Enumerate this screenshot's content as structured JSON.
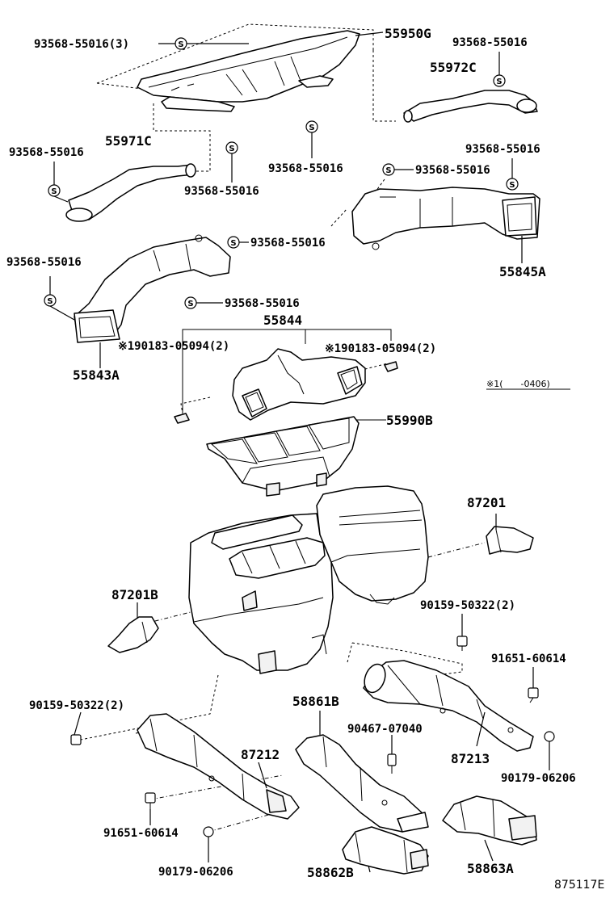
{
  "labels": {
    "l_93568_a": "93568-55016(3)",
    "l_55950G": "55950G",
    "l_93568_b": "93568-55016",
    "l_55972C": "55972C",
    "l_55971C": "55971C",
    "l_93568_c": "93568-55016",
    "l_93568_d": "93568-55016",
    "l_93568_e": "93568-55016",
    "l_93568_f": "93568-55016",
    "l_93568_g": "93568-55016",
    "l_55845A": "55845A",
    "l_93568_h": "93568-55016",
    "l_93568_i": "93568-55016",
    "l_55843A": "55843A",
    "l_93568_j": "93568-55016",
    "l_55844": "55844",
    "l_190183_a": "※190183-05094(2)",
    "l_190183_b": "※190183-05094(2)",
    "l_note": "※1(　　-0406)",
    "l_55990B": "55990B",
    "l_87201": "87201",
    "l_87201B": "87201B",
    "l_90159_a": "90159-50322(2)",
    "l_91651_a": "91651-60614",
    "l_90159_b": "90159-50322(2)",
    "l_58861B": "58861B",
    "l_90467": "90467-07040",
    "l_87212": "87212",
    "l_87213": "87213",
    "l_90179_a": "90179-06206",
    "l_91651_b": "91651-60614",
    "l_90179_b": "90179-06206",
    "l_58862B": "58862B",
    "l_58863A": "58863A",
    "l_fig": "875117E"
  },
  "screw_symbol": "S"
}
